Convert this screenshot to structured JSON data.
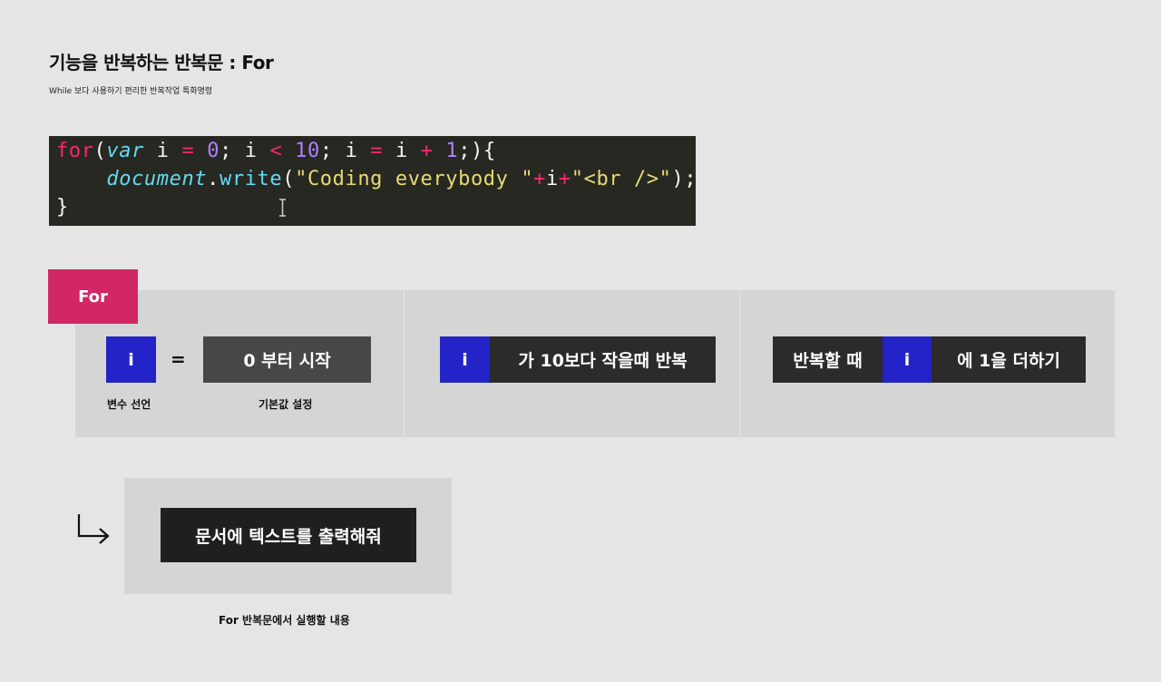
{
  "title": "기능을 반복하는 반복문 : For",
  "subtitle": "While 보다 사용하기 편리한 반복작업 특화명령",
  "code": {
    "line1": {
      "for_kw": "for",
      "paren_open": "(",
      "var_kw": "var",
      "i1": " i ",
      "eq": "=",
      "zero": " 0",
      "semi1": "; i ",
      "lt": "<",
      "ten": " 10",
      "semi2": "; i ",
      "eq2": "=",
      "i2": " i ",
      "plus": "+",
      "one": " 1",
      "close": ";){"
    },
    "line2": {
      "indent": "    ",
      "obj": "document",
      "dot": ".",
      "fn": "write",
      "open": "(",
      "str1": "\"Coding everybody \"",
      "plus1": "+",
      "var": "i",
      "plus2": "+",
      "str2": "\"<br />\"",
      "close": ");"
    },
    "line3": "}",
    "cursor_icon": "text-cursor-icon"
  },
  "for_tag": "For",
  "panel1": {
    "var_box": "i",
    "equals": "=",
    "start_box": "0 부터 시작",
    "caption_var": "변수 선언",
    "caption_start": "기본값 설정"
  },
  "panel2": {
    "var_box": "i",
    "condition_box": "가 10보다 작을때 반복"
  },
  "panel3": {
    "prefix_box": "반복할 때",
    "var_box": "i",
    "increment_box": "에 1을 더하기"
  },
  "body_panel": {
    "arrow_icon": "return-arrow-icon",
    "output_box": "문서에 텍스트를 출력해줘",
    "caption": "For 반복문에서 실행할 내용"
  },
  "colors": {
    "background": "#e5e5e5",
    "panel": "#d5d5d5",
    "accent_pink": "#d12764",
    "variable_blue": "#2323c8",
    "dark_box": "#2b2b2b",
    "gray_box": "#474747",
    "code_bg": "#272822"
  }
}
